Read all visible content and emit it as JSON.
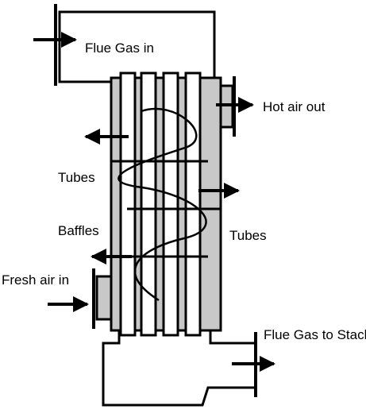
{
  "colors": {
    "line": "#000000",
    "shell_fill": "#c8c8c8",
    "tube_fill": "#ffffff"
  },
  "labels": {
    "flue_gas_in": "Flue Gas in",
    "hot_air_out": "Hot air out",
    "tubes_left": "Tubes",
    "baffles": "Baffles",
    "tubes_right": "Tubes",
    "fresh_air_in": "Fresh air in",
    "flue_gas_to_stack": "Flue Gas to Stack"
  }
}
